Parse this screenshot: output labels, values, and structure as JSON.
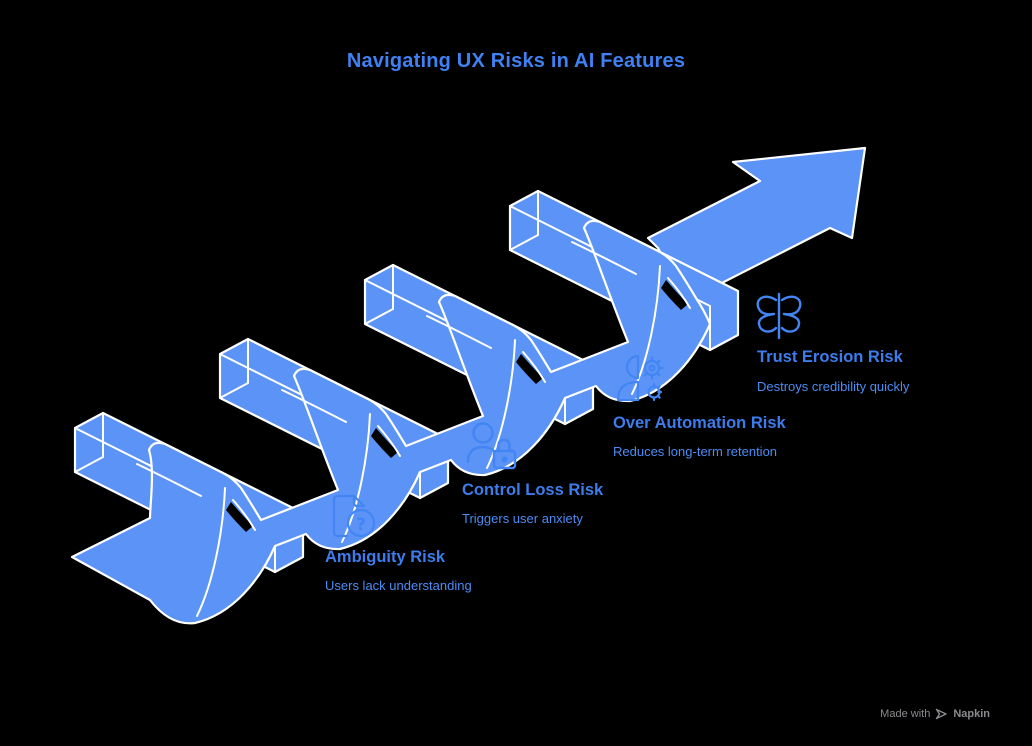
{
  "title": "Navigating UX Risks in AI Features",
  "risks": [
    {
      "name": "Ambiguity Risk",
      "description": "Users lack understanding",
      "icon": "document-question-icon"
    },
    {
      "name": "Control Loss Risk",
      "description": "Triggers user anxiety",
      "icon": "user-lock-icon"
    },
    {
      "name": "Over Automation Risk",
      "description": "Reduces long-term retention",
      "icon": "user-gears-icon"
    },
    {
      "name": "Trust Erosion Risk",
      "description": "Destroys credibility quickly",
      "icon": "split-butterfly-icon"
    }
  ],
  "glyphs": {
    "question": "?"
  },
  "watermark": {
    "made_with": "Made with",
    "brand": "Napkin"
  },
  "colors": {
    "background": "#000000",
    "ribbon": "#5B94F6",
    "outline": "#FFFFFF",
    "title": "#3F81F2",
    "heading": "#3D7CEC",
    "subtext": "#4B8CF5",
    "icon": "#4385F3",
    "watermark": "#8B8B90"
  }
}
